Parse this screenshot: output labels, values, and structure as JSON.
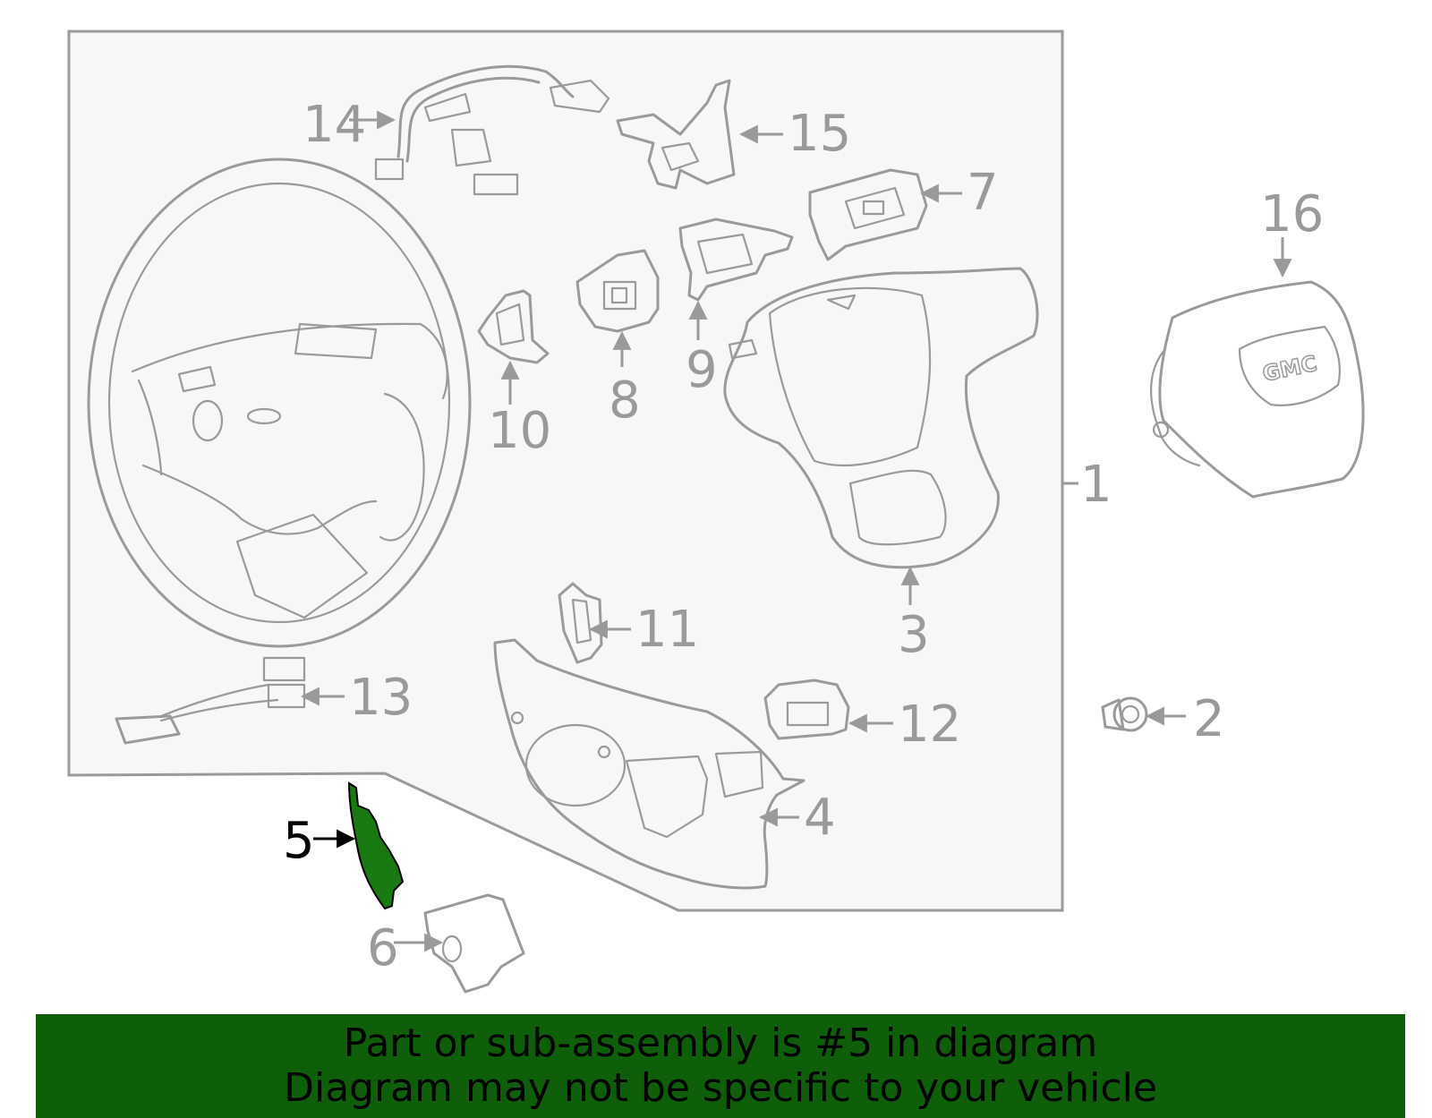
{
  "diagram": {
    "callouts": [
      {
        "id": "1",
        "label": "1"
      },
      {
        "id": "2",
        "label": "2"
      },
      {
        "id": "3",
        "label": "3"
      },
      {
        "id": "4",
        "label": "4"
      },
      {
        "id": "5",
        "label": "5",
        "highlighted": true
      },
      {
        "id": "6",
        "label": "6"
      },
      {
        "id": "7",
        "label": "7"
      },
      {
        "id": "8",
        "label": "8"
      },
      {
        "id": "9",
        "label": "9"
      },
      {
        "id": "10",
        "label": "10"
      },
      {
        "id": "11",
        "label": "11"
      },
      {
        "id": "12",
        "label": "12"
      },
      {
        "id": "13",
        "label": "13"
      },
      {
        "id": "14",
        "label": "14"
      },
      {
        "id": "15",
        "label": "15"
      },
      {
        "id": "16",
        "label": "16"
      }
    ],
    "logo_text": "GMC",
    "colors": {
      "line": "#9a9a9a",
      "panel": "#f7f7f7",
      "highlight_fill": "#1a7a12",
      "banner": "#0f5f0a"
    }
  },
  "banner": {
    "line1": "Part or sub-assembly is #5 in diagram",
    "line2": "Diagram may not be specific to your vehicle"
  }
}
